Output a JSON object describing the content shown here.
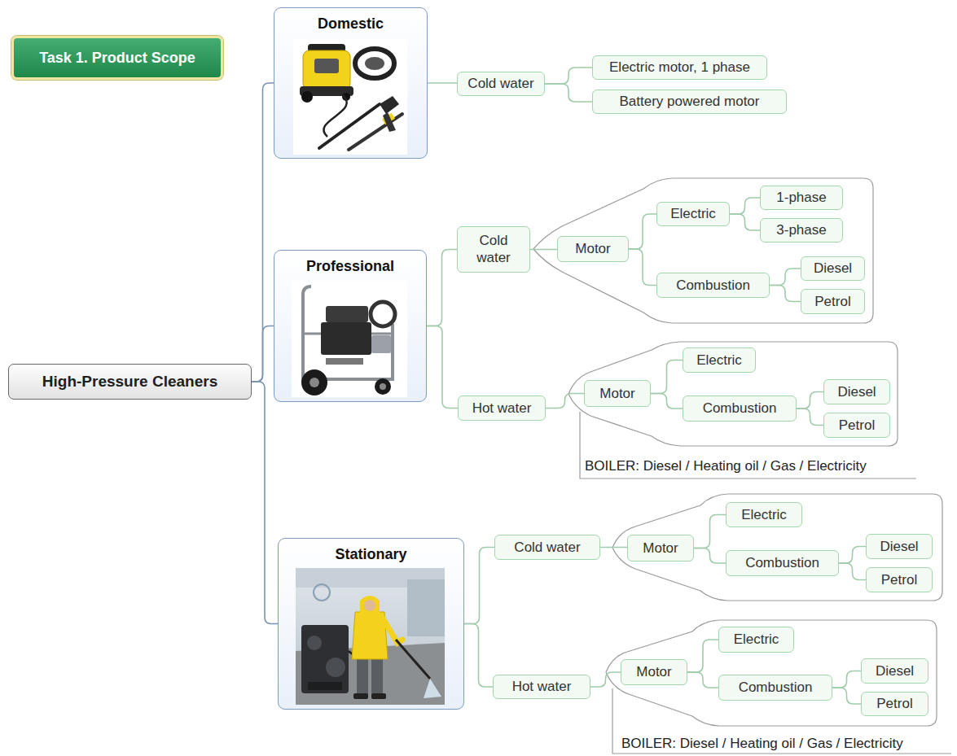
{
  "diagram": {
    "nodes": [
      {
        "text": [
          "Task 1. Product Scope"
        ]
      },
      {
        "text": [
          "High-Pressure Cleaners"
        ]
      },
      {
        "text": [
          "Domestic"
        ]
      },
      {
        "text": [
          "Cold water"
        ]
      },
      {
        "text": [
          "Electric motor, 1 phase"
        ]
      },
      {
        "text": [
          "Battery powered motor"
        ]
      },
      {
        "text": [
          "Professional"
        ]
      },
      {
        "text": [
          "Cold water"
        ]
      },
      {
        "text": [
          "Motor"
        ]
      },
      {
        "text": [
          "Electric"
        ]
      },
      {
        "text": [
          "1-phase"
        ]
      },
      {
        "text": [
          "3-phase"
        ]
      },
      {
        "text": [
          "Combustion"
        ]
      },
      {
        "text": [
          "Diesel"
        ]
      },
      {
        "text": [
          "Petrol"
        ]
      },
      {
        "text": [
          "Hot water"
        ]
      },
      {
        "text": [
          "Motor"
        ]
      },
      {
        "text": [
          "Electric"
        ]
      },
      {
        "text": [
          "Combustion"
        ]
      },
      {
        "text": [
          "Diesel"
        ]
      },
      {
        "text": [
          "Petrol"
        ]
      },
      {
        "text": [
          "Stationary"
        ]
      },
      {
        "text": [
          "Cold water"
        ]
      },
      {
        "text": [
          "Motor"
        ]
      },
      {
        "text": [
          "Electric"
        ]
      },
      {
        "text": [
          "Combustion"
        ]
      },
      {
        "text": [
          "Diesel"
        ]
      },
      {
        "text": [
          "Petrol"
        ]
      },
      {
        "text": [
          "Hot water"
        ]
      },
      {
        "text": [
          "Motor"
        ]
      },
      {
        "text": [
          "Electric"
        ]
      },
      {
        "text": [
          "Combustion"
        ]
      },
      {
        "text": [
          "Diesel"
        ]
      },
      {
        "text": [
          "Petrol"
        ]
      }
    ],
    "edges": [
      {
        "from": 1,
        "to": 2,
        "arrow": "none"
      },
      {
        "from": 1,
        "to": 6,
        "arrow": "none"
      },
      {
        "from": 1,
        "to": 21,
        "arrow": "none"
      },
      {
        "from": 2,
        "to": 3,
        "arrow": "none"
      },
      {
        "from": 3,
        "to": 4,
        "arrow": "none"
      },
      {
        "from": 3,
        "to": 5,
        "arrow": "none"
      },
      {
        "from": 6,
        "to": 7,
        "arrow": "none"
      },
      {
        "from": 6,
        "to": 15,
        "arrow": "none"
      },
      {
        "from": 7,
        "to": 8,
        "arrow": "none"
      },
      {
        "from": 8,
        "to": 9,
        "arrow": "none"
      },
      {
        "from": 8,
        "to": 12,
        "arrow": "none"
      },
      {
        "from": 9,
        "to": 10,
        "arrow": "none"
      },
      {
        "from": 9,
        "to": 11,
        "arrow": "none"
      },
      {
        "from": 12,
        "to": 13,
        "arrow": "none"
      },
      {
        "from": 12,
        "to": 14,
        "arrow": "none"
      },
      {
        "from": 15,
        "to": 16,
        "arrow": "none"
      },
      {
        "from": 16,
        "to": 17,
        "arrow": "none"
      },
      {
        "from": 16,
        "to": 18,
        "arrow": "none"
      },
      {
        "from": 18,
        "to": 19,
        "arrow": "none"
      },
      {
        "from": 18,
        "to": 20,
        "arrow": "none"
      },
      {
        "from": 21,
        "to": 22,
        "arrow": "none"
      },
      {
        "from": 21,
        "to": 28,
        "arrow": "none"
      },
      {
        "from": 22,
        "to": 23,
        "arrow": "none"
      },
      {
        "from": 23,
        "to": 24,
        "arrow": "none"
      },
      {
        "from": 23,
        "to": 25,
        "arrow": "none"
      },
      {
        "from": 25,
        "to": 26,
        "arrow": "none"
      },
      {
        "from": 25,
        "to": 27,
        "arrow": "none"
      },
      {
        "from": 28,
        "to": 29,
        "arrow": "none"
      },
      {
        "from": 29,
        "to": 30,
        "arrow": "none"
      },
      {
        "from": 29,
        "to": 31,
        "arrow": "none"
      },
      {
        "from": 31,
        "to": 32,
        "arrow": "none"
      },
      {
        "from": 31,
        "to": 33,
        "arrow": "none"
      }
    ],
    "labels": [
      "BOILER: Diesel / Heating oil / Gas / Electricity",
      "BOILER: Diesel / Heating oil / Gas / Electricity"
    ]
  }
}
